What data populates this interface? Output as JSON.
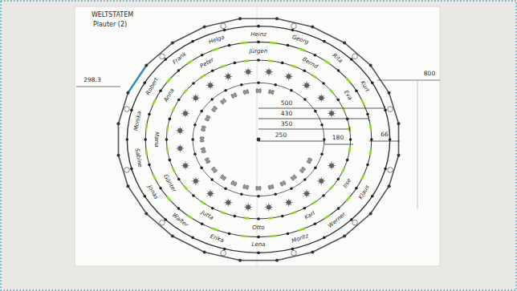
{
  "diagram": {
    "labels": [
      "WELTSTATEM",
      "Plauter (2)",
      "298.3",
      "800",
      "500",
      "430",
      "350",
      "180",
      "66",
      "250",
      "Heinz",
      "Georg",
      "Rita",
      "Kurt",
      "Klaus",
      "Werner",
      "Moritz",
      "Lena",
      "Erika",
      "Walter",
      "Jonas",
      "Sabine",
      "Monika",
      "Robert",
      "Frank",
      "Helga",
      "Jürgen",
      "Bernd",
      "Eva",
      "Ilse",
      "Karl",
      "Otto",
      "Jutta",
      "Günter",
      "Maria",
      "Anna",
      "Peter"
    ]
  }
}
